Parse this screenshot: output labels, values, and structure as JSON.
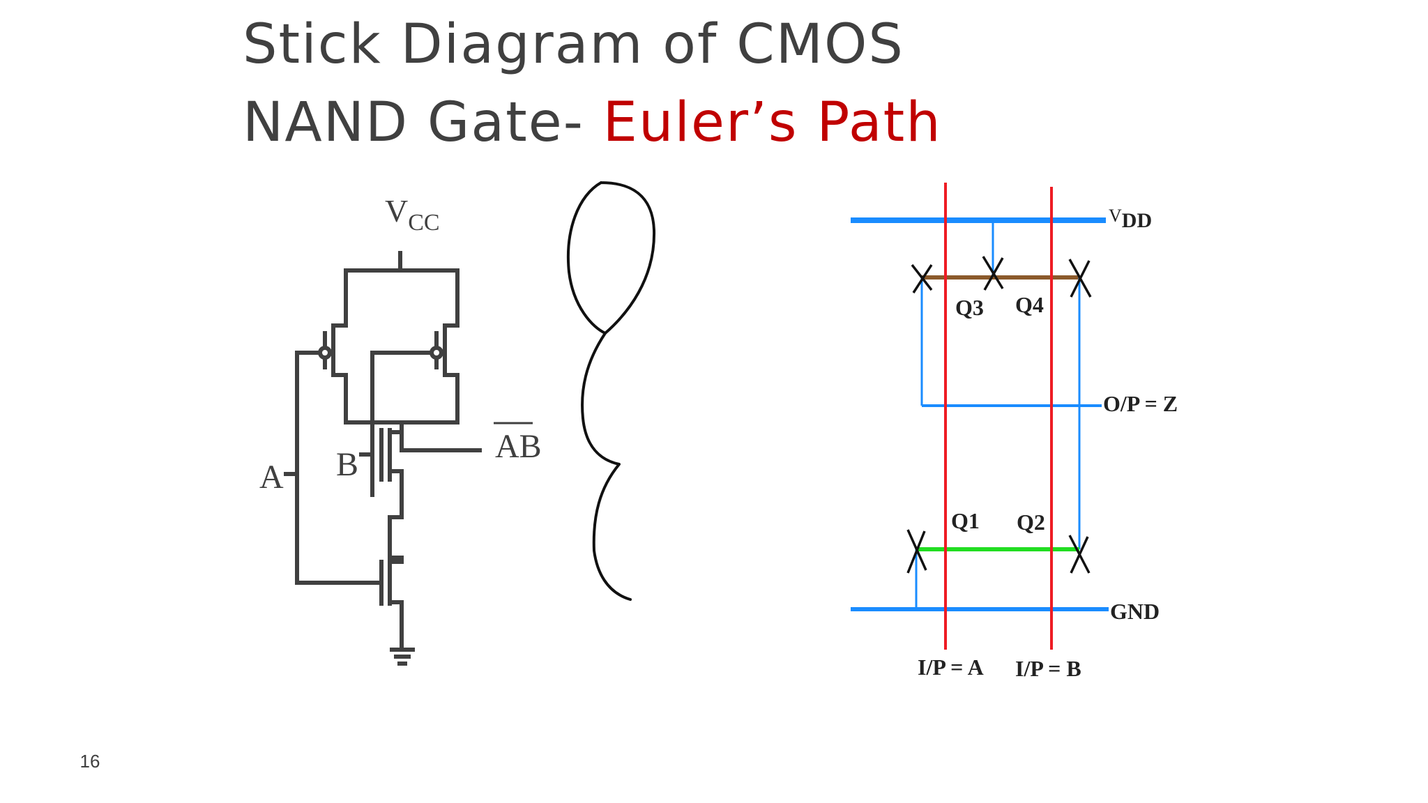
{
  "slide": {
    "title_line1": "Stick Diagram of CMOS",
    "title_line2_prefix": "NAND Gate- ",
    "title_line2_accent": "Euler’s Path",
    "number": "16",
    "accent_color": "#c00000",
    "text_color": "#404040"
  },
  "schematic": {
    "supply_label_main": "V",
    "supply_label_sub": "CC",
    "input_a": "A",
    "input_b": "B",
    "output_label": "AB"
  },
  "stick_diagram": {
    "vdd_main": "V",
    "vdd_sub": "DD",
    "output_label": "O/P = Z",
    "gnd_label": "GND",
    "input_a_label": "I/P = A",
    "input_b_label": "I/P = B",
    "q1": "Q1",
    "q2": "Q2",
    "q3": "Q3",
    "q4": "Q4",
    "colors": {
      "metal": "#1a8cff",
      "poly": "#ee1c24",
      "p_diffusion": "#8b5a2b",
      "n_diffusion": "#22dd22"
    }
  }
}
